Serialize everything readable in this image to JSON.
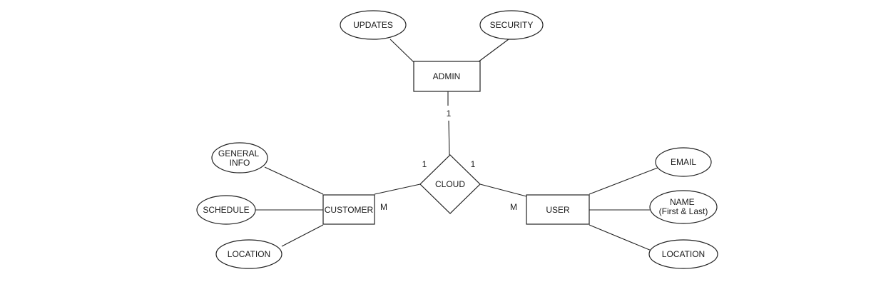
{
  "entities": {
    "admin": "ADMIN",
    "customer": "CUSTOMER",
    "user": "USER"
  },
  "relationship": {
    "cloud": "CLOUD"
  },
  "attributes": {
    "updates": "UPDATES",
    "security": "SECURITY",
    "general_info": [
      "GENERAL",
      "INFO"
    ],
    "schedule": "SCHEDULE",
    "customer_location": "LOCATION",
    "email": "EMAIL",
    "name": [
      "NAME",
      "(First & Last)"
    ],
    "user_location": "LOCATION"
  },
  "cardinalities": {
    "admin_cloud": "1",
    "cloud_left": "1",
    "cloud_right": "1",
    "customer_side": "M",
    "user_side": "M"
  }
}
